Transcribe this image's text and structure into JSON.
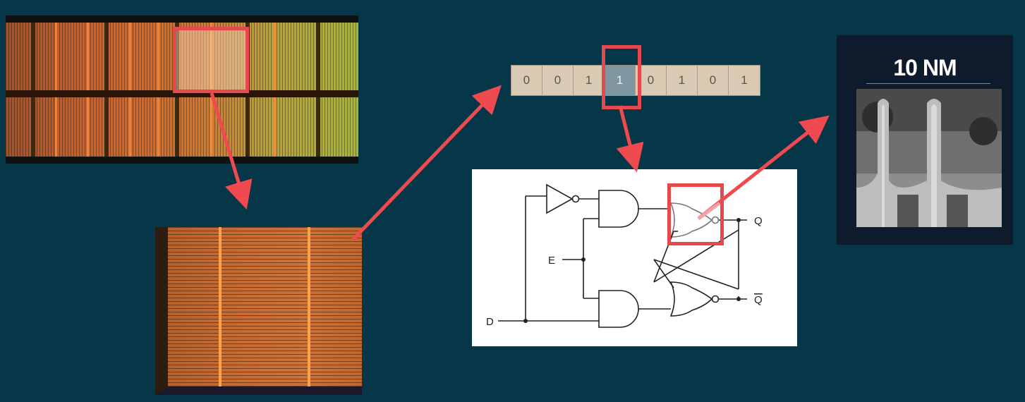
{
  "bits": {
    "values": [
      "0",
      "0",
      "1",
      "1",
      "0",
      "1",
      "0",
      "1"
    ],
    "selected_index": 3
  },
  "circuit": {
    "label_d": "D",
    "label_e": "E",
    "label_q": "Q",
    "label_qbar": "Q"
  },
  "transistor": {
    "title": "10 NM"
  },
  "colors": {
    "background": "#063748",
    "highlight": "#e5484d",
    "arrow": "#ee4a50",
    "bit_cell": "#d9cbb3",
    "bit_selected": "#7f96a0"
  },
  "icons": [
    "not-gate-icon",
    "and-gate-icon",
    "nor-gate-icon"
  ]
}
